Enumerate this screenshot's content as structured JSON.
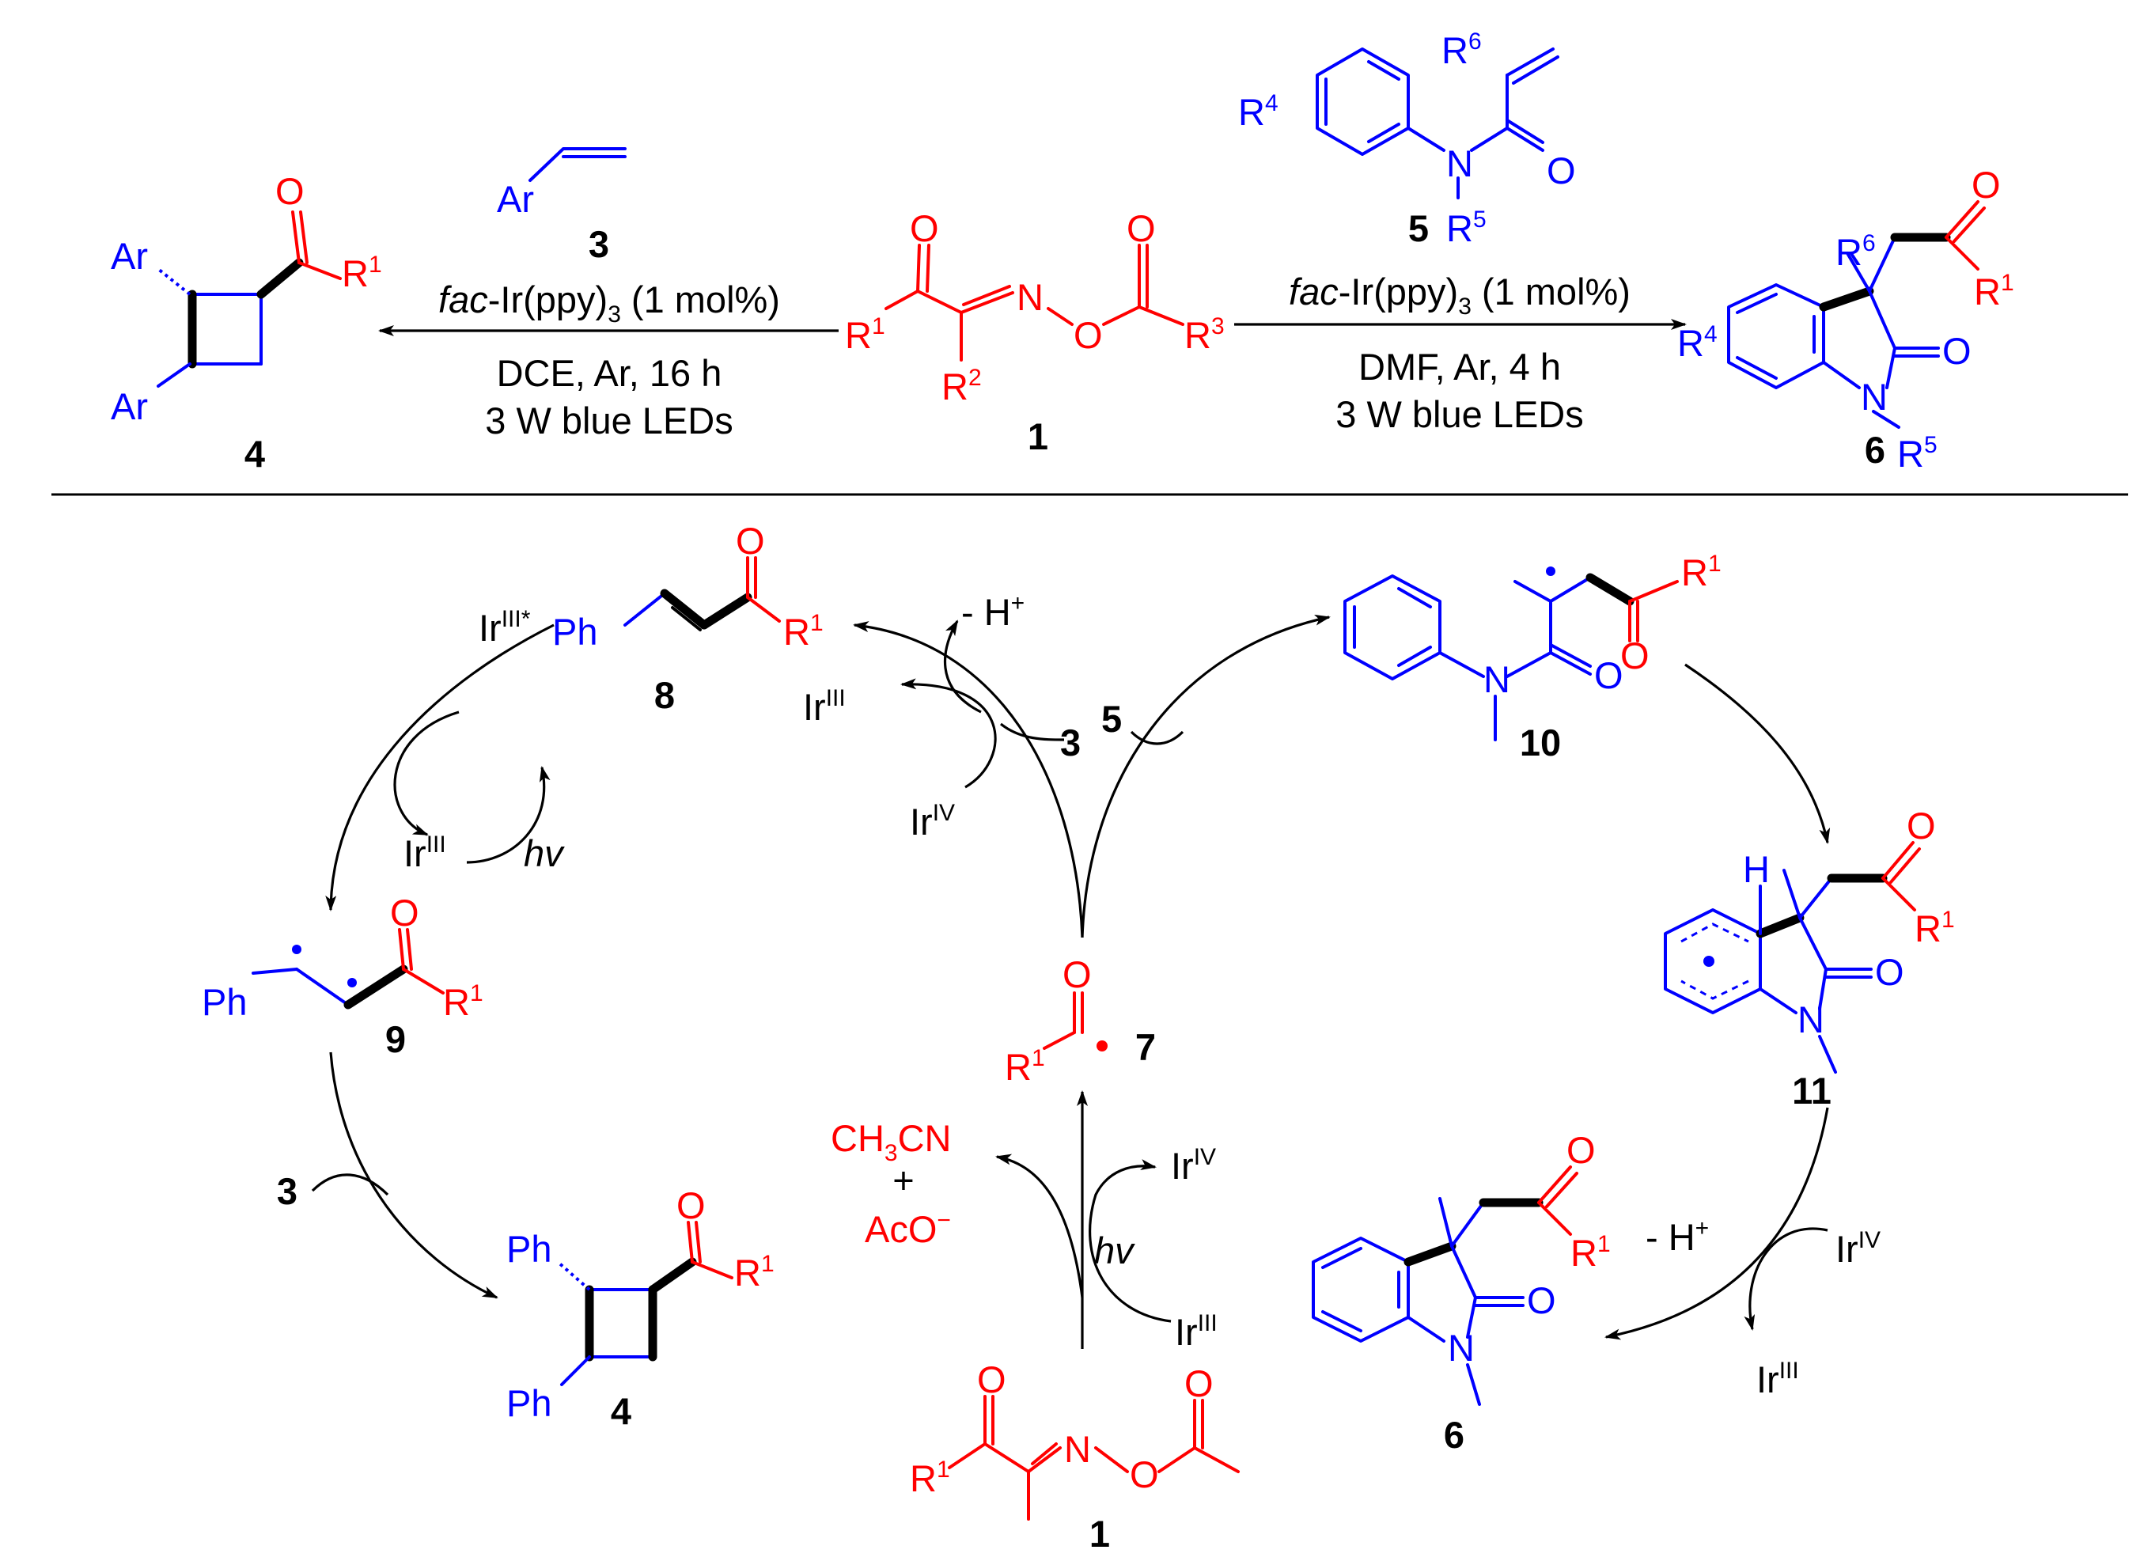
{
  "colors": {
    "red": "#ff0000",
    "blue": "#0000ff",
    "black": "#000000"
  },
  "scheme": {
    "top": {
      "left_arrow": {
        "above": "fac-Ir(ppy)3 (1 mol%)",
        "below1": "DCE, Ar, 16 h",
        "below2": "3 W blue LEDs"
      },
      "right_arrow": {
        "above": "fac-Ir(ppy)3 (1 mol%)",
        "below1": "DMF, Ar, 4 h",
        "below2": "3 W blue LEDs"
      },
      "compound_numbers": {
        "styrene": "3",
        "cyclobutane": "4",
        "oxime": "1",
        "acrylamide": "5",
        "oxindole": "6"
      }
    },
    "cycle": {
      "compound_numbers": {
        "enone": "8",
        "diradical": "9",
        "cyclobutane": "4",
        "acyl_radical": "7",
        "oxime": "1",
        "radical_adduct": "10",
        "cyclized_radical": "11",
        "oxindole": "6"
      },
      "byproducts": [
        "CH3CN",
        "+",
        "AcO−"
      ],
      "reagent_labels": {
        "styrene": "3",
        "acrylamide": "5"
      },
      "photo": "hv",
      "deprotonation": "- H+"
    }
  }
}
